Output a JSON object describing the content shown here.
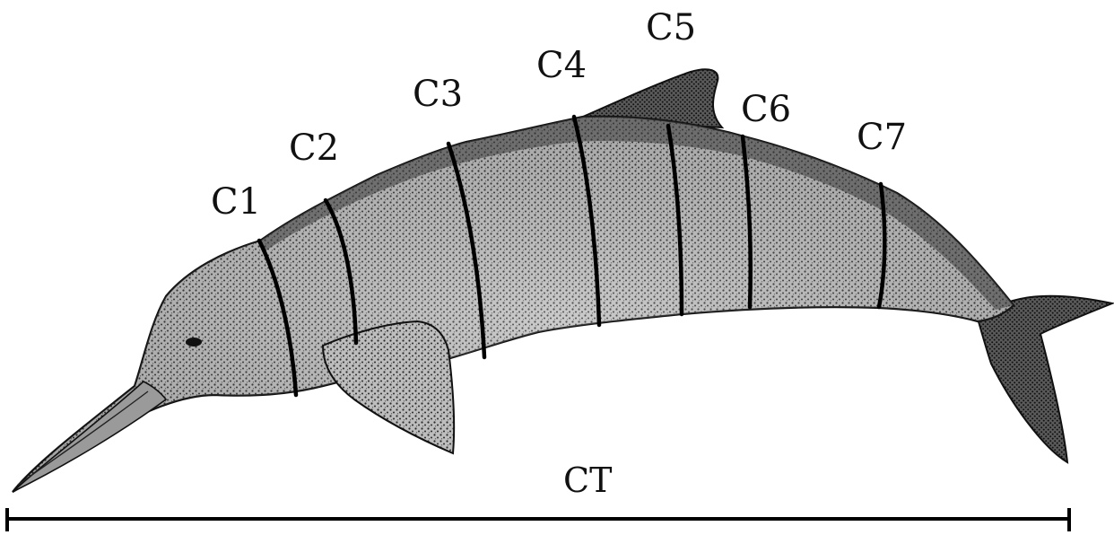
{
  "figure": {
    "segment_labels": [
      "C1",
      "C2",
      "C3",
      "C4",
      "C5",
      "C6",
      "C7"
    ],
    "total_label": "CT",
    "colors": {
      "background": "#ffffff",
      "ink": "#111111",
      "body_fill": "#8c8c8c",
      "body_dark": "#3a3a3a",
      "divider": "#000000"
    }
  }
}
